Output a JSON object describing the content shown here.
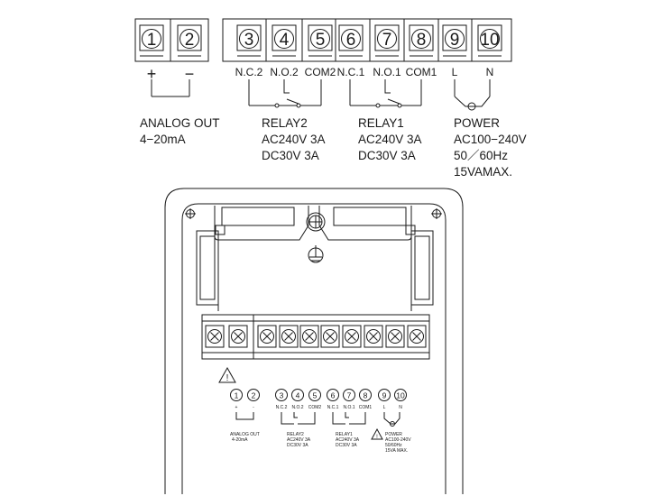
{
  "terminals": {
    "numbers": [
      "1",
      "2",
      "3",
      "4",
      "5",
      "6",
      "7",
      "8",
      "9",
      "10"
    ],
    "labels": [
      "+",
      "−",
      "N.C.2",
      "N.O.2",
      "COM2",
      "N.C.1",
      "N.O.1",
      "COM1",
      "L",
      "N"
    ]
  },
  "groups": {
    "analog": [
      "ANALOG OUT",
      "4−20mA"
    ],
    "relay2": [
      "RELAY2",
      "AC240V 3A",
      "DC30V 3A"
    ],
    "relay1": [
      "RELAY1",
      "AC240V 3A",
      "DC30V 3A"
    ],
    "power": [
      "POWER",
      "AC100−240V",
      "50／60Hz",
      "15VAMAX."
    ]
  },
  "device_label": {
    "numbers": [
      "1",
      "2",
      "3",
      "4",
      "5",
      "6",
      "7",
      "8",
      "9",
      "10"
    ],
    "terms": [
      "+",
      "-",
      "N.C.2",
      "N.O.2",
      "COM2",
      "N.C.1",
      "N.O.1",
      "COM1",
      "L",
      "N"
    ],
    "analog": [
      "ANALOG OUT",
      "4-20mA"
    ],
    "relay2": [
      "RELAY2",
      "AC240V 3A",
      "DC30V 3A"
    ],
    "relay1": [
      "RELAY1",
      "AC240V 3A",
      "DC30V 3A"
    ],
    "power": [
      "POWER",
      "AC100-240V",
      "50/60Hz",
      "15VA MAX."
    ]
  },
  "icons": {
    "warning": "warning-triangle-icon",
    "ground": "ground-symbol-icon",
    "screw": "screw-icon"
  }
}
